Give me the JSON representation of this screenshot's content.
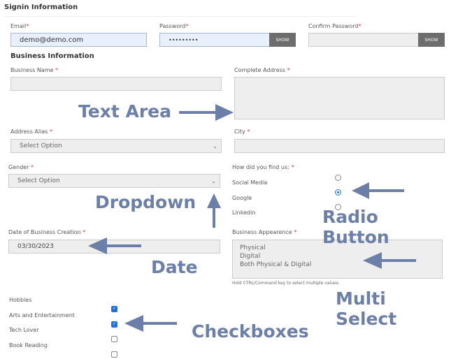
{
  "signin": {
    "title": "Signin Information",
    "email_label": "Email",
    "email_value": "demo@demo.com",
    "password_label": "Password",
    "password_value": "•••••••••",
    "confirm_label": "Confirm Password",
    "show": "SHOW",
    "req": "*"
  },
  "business": {
    "title": "Business Information",
    "name_label": "Business Name",
    "address_label": "Complete Address",
    "alias_label": "Address Alias",
    "alias_value": "Select Option",
    "city_label": "City",
    "gender_label": "Gender",
    "gender_value": "Select Option",
    "find_label": "How did you find us:",
    "find_options": [
      "Social Media",
      "Google",
      "Linkedin"
    ],
    "find_selected": "Google",
    "date_label": "Date of Business Creation",
    "date_value": "03/30/2023",
    "appearance_label": "Business Appearence",
    "appearance_options": [
      "Physical",
      "Digital",
      "Both Physical & Digital"
    ],
    "appearance_hint": "Hold CTRL/Command key to select multiple values.",
    "hobbies_label": "Hobbies",
    "hobbies": [
      {
        "label": "Arts and Entertainment",
        "checked": true
      },
      {
        "label": "Tech Lover",
        "checked": true
      },
      {
        "label": "Book Reading",
        "checked": false
      }
    ]
  },
  "annotations": {
    "text_area": "Text Area",
    "dropdown": "Dropdown",
    "radio": "Radio Button",
    "date": "Date",
    "multi": "Multi Select",
    "checkboxes": "Checkboxes",
    "color": "#6b7fa8"
  }
}
